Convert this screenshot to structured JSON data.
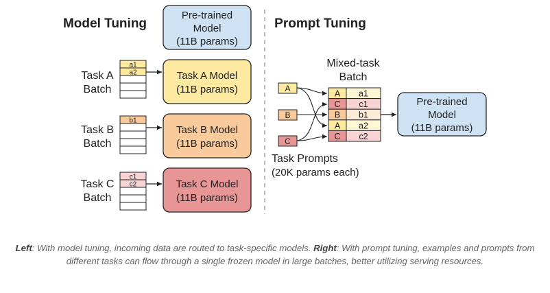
{
  "left": {
    "heading": "Model Tuning",
    "pretrained": {
      "lines": [
        "Pre-trained",
        "Model",
        "(11B params)"
      ]
    },
    "tasks": [
      {
        "label": [
          "Task A",
          "Batch"
        ],
        "rows": [
          "a1",
          "a2",
          "",
          "",
          ""
        ],
        "filled": 2,
        "model": [
          "Task A Model",
          "(11B params)"
        ]
      },
      {
        "label": [
          "Task B",
          "Batch"
        ],
        "rows": [
          "b1",
          "",
          "",
          "",
          ""
        ],
        "filled": 1,
        "model": [
          "Task B Model",
          "(11B params)"
        ]
      },
      {
        "label": [
          "Task C",
          "Batch"
        ],
        "rows": [
          "c1",
          "c2",
          "",
          "",
          ""
        ],
        "filled": 2,
        "model": [
          "Task C Model",
          "(11B params)"
        ]
      }
    ]
  },
  "right": {
    "heading": "Prompt Tuning",
    "batch_title": [
      "Mixed-task",
      "Batch"
    ],
    "prompts": [
      "A",
      "B",
      "C"
    ],
    "mixed_rows": [
      {
        "task": "A",
        "item": "a1"
      },
      {
        "task": "C",
        "item": "c1"
      },
      {
        "task": "B",
        "item": "b1"
      },
      {
        "task": "A",
        "item": "a2"
      },
      {
        "task": "C",
        "item": "c2"
      }
    ],
    "prompts_caption": [
      "Task Prompts",
      "(20K params each)"
    ],
    "pretrained": {
      "lines": [
        "Pre-trained",
        "Model",
        "(11B params)"
      ]
    }
  },
  "caption": {
    "left_label": "Left",
    "left_text": ": With model tuning, incoming data are routed to task-specific models. ",
    "right_label": "Right",
    "right_text": ": With prompt tuning, examples and prompts from different tasks can flow through a single frozen model in large batches, better utilizing serving resources."
  },
  "colors": {
    "A": "#fde9a0",
    "A_light": "#fef7d6",
    "B": "#f9cb9c",
    "B_light": "#fdebd9",
    "C": "#e79595",
    "C_light": "#f7d3d3",
    "pretrained": "#cfe2f3",
    "stroke": "#202124",
    "divider": "#a0a0a0"
  }
}
